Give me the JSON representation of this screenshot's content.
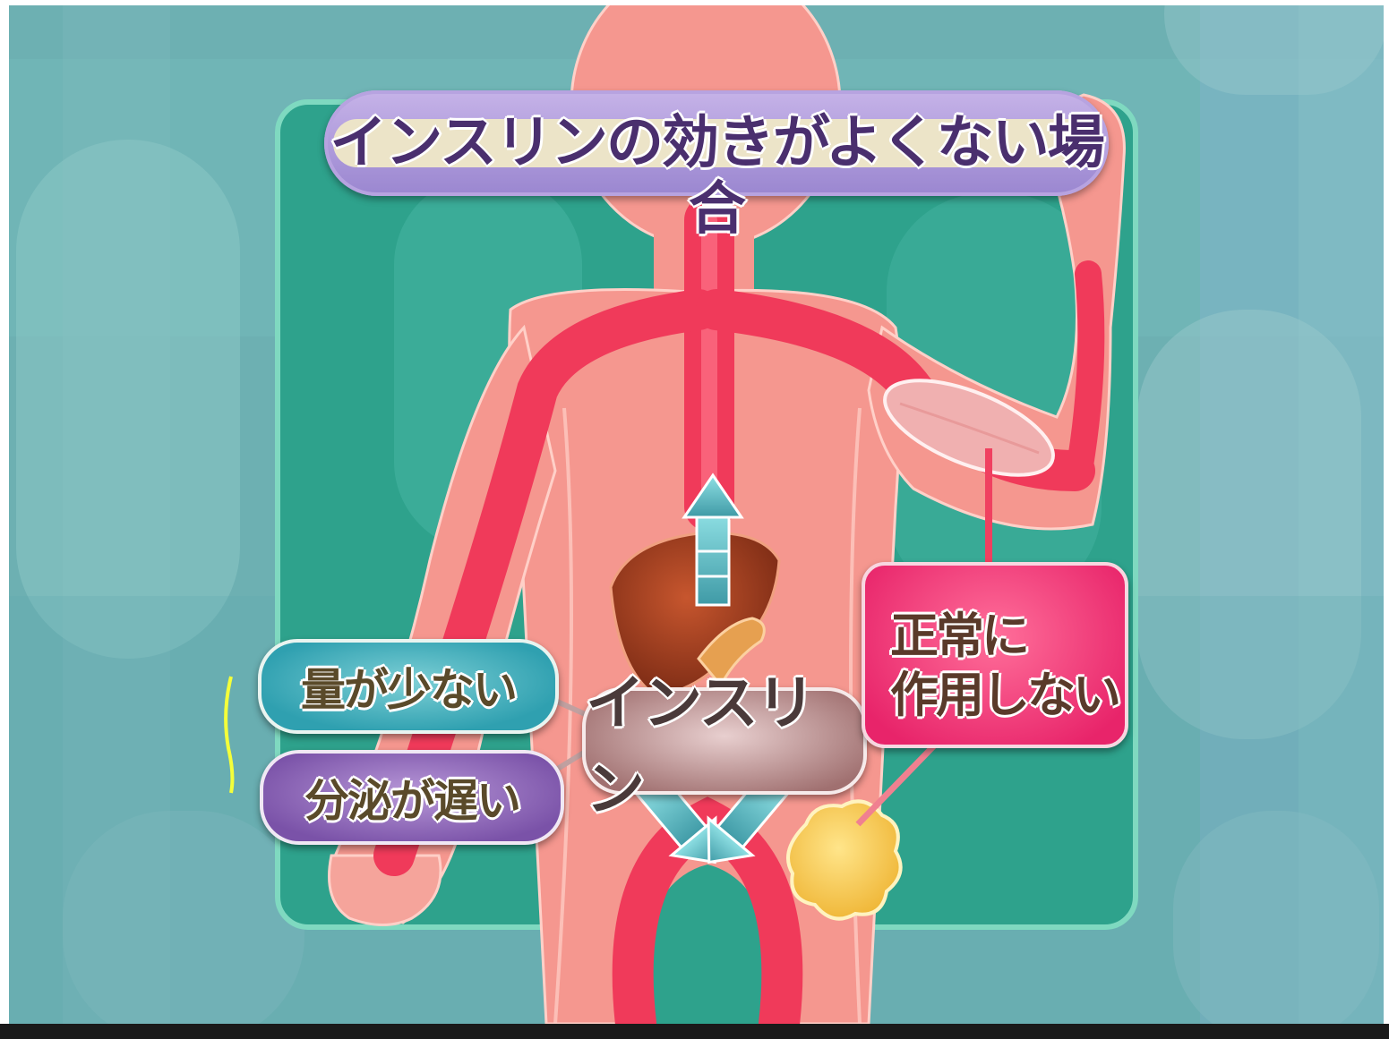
{
  "title": "インスリンの効きがよくない場合",
  "labels": {
    "amount_low": "量が少ない",
    "secretion_slow": "分泌が遅い",
    "insulin": "インスリン",
    "not_working_line1": "正常に",
    "not_working_line2": "作用しない"
  },
  "colors": {
    "background": "#6fb3b4",
    "panel": "#2fa58e",
    "body": "#f5978f",
    "vessel": "#f03a5a",
    "title_pill": "#a892d8",
    "pink_box": "#e8246a"
  },
  "icons": [
    "liver-icon",
    "pancreas-icon",
    "muscle-icon",
    "fat-cell-icon",
    "up-arrow-icon",
    "down-left-arrow-icon",
    "down-right-arrow-icon"
  ]
}
